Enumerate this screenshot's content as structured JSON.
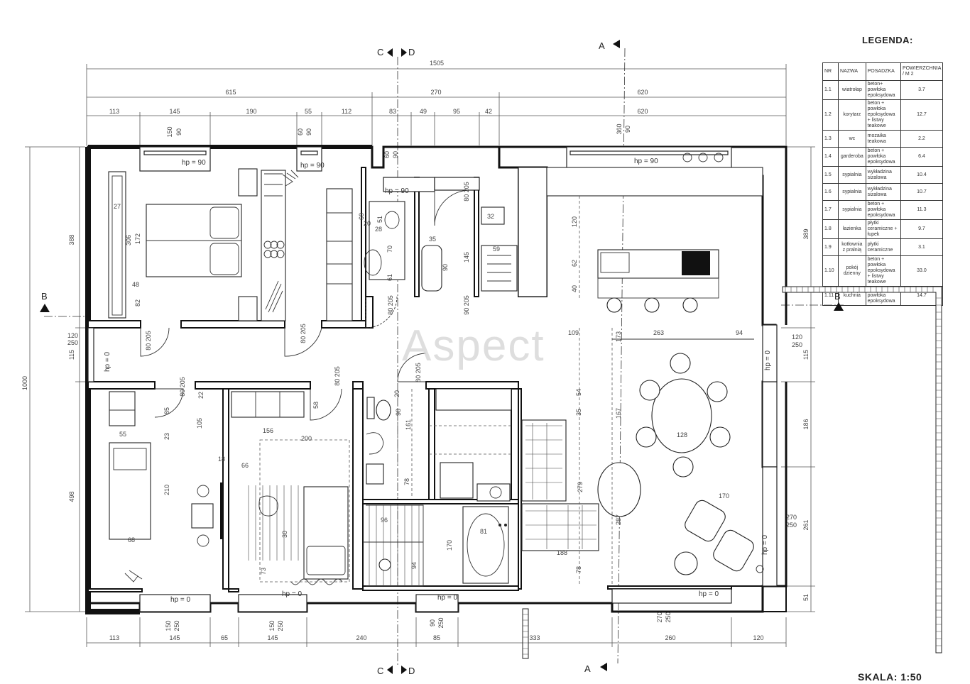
{
  "legend": {
    "title": "LEGENDA:",
    "headers": [
      "NR",
      "NAZWA",
      "POSADZKA",
      "POWIERZCHNIA / M 2"
    ],
    "rows": [
      {
        "nr": "1.1",
        "name": "wiatrołap",
        "floor": "beton+ powłoka epoksydowa",
        "area": "3.7"
      },
      {
        "nr": "1.2",
        "name": "korytarz",
        "floor": "beton + powłoka epoksydowa + listwy teakowe",
        "area": "12.7"
      },
      {
        "nr": "1.3",
        "name": "wc",
        "floor": "mozaika teakowa",
        "area": "2.2"
      },
      {
        "nr": "1.4",
        "name": "garderoba",
        "floor": "beton + powłoka epoksydowa",
        "area": "6.4"
      },
      {
        "nr": "1.5",
        "name": "sypialnia",
        "floor": "wykładzina sizalowa",
        "area": "10.4"
      },
      {
        "nr": "1.6",
        "name": "sypialnia",
        "floor": "wykładzina sizalowa",
        "area": "10.7"
      },
      {
        "nr": "1.7",
        "name": "sypialnia",
        "floor": "beton + powłoka epoksydowa",
        "area": "11.3"
      },
      {
        "nr": "1.8",
        "name": "łazienka",
        "floor": "płytki ceramiczne + łupek",
        "area": "9.7"
      },
      {
        "nr": "1.9",
        "name": "kotłownia z pralnią",
        "floor": "płytki ceramiczne",
        "area": "3.1"
      },
      {
        "nr": "1.10",
        "name": "pokój dzienny",
        "floor": "beton + powłoka epoksydowa + listwy teakowe",
        "area": "33.0"
      },
      {
        "nr": "1.11",
        "name": "kuchnia",
        "floor": "beton + powłoka epoksydowa",
        "area": "14.7"
      }
    ]
  },
  "scale": "SKALA: 1:50",
  "watermark": "Aspect",
  "sections": {
    "a": "A",
    "b": "B",
    "c": "C",
    "d": "D"
  },
  "dims": {
    "overall": "1505",
    "top2": [
      "615",
      "270",
      "620"
    ],
    "top3": [
      "113",
      "145",
      "190",
      "55",
      "112",
      "83",
      "49",
      "95",
      "42",
      "620"
    ],
    "bottom": [
      "113",
      "145",
      "65",
      "145",
      "240",
      "85",
      "333",
      "260",
      "120"
    ],
    "left_total": "1000",
    "left_top": "388",
    "left_mid": "115",
    "left_bottom": "498",
    "right_top": "389",
    "right_mid1": "115",
    "right_mid2": "186",
    "right_mid3": "261",
    "right_bottom": "51"
  },
  "windows": {
    "w1": {
      "h1": "150",
      "h2": "90",
      "hp": "hp = 90"
    },
    "w2": {
      "h1": "60",
      "h2": "90",
      "hp": "hp = 90"
    },
    "w3": {
      "h1": "60",
      "h2": "90",
      "hp": "hp = 90"
    },
    "w4": {
      "h1": "360",
      "h2": "90",
      "hp": "hp = 90"
    },
    "b1": {
      "h1": "150",
      "h2": "250",
      "hp": "hp = 0"
    },
    "b2": {
      "h1": "150",
      "h2": "250",
      "hp": "hp = 0"
    },
    "b3": {
      "h1": "90",
      "h2": "250",
      "hp": "hp = 0"
    },
    "b4": {
      "h1": "270",
      "h2": "250",
      "hp": "hp = 0"
    },
    "l1": {
      "h1": "120",
      "h2": "250",
      "hp": "hp = 0"
    },
    "r1": {
      "h1": "120",
      "h2": "250",
      "hp": "hp = 0"
    },
    "r2": {
      "h1": "270",
      "h2": "250",
      "hp": "hp = 0"
    }
  },
  "doors": [
    "80 205",
    "80 205",
    "80 205",
    "90 205",
    "80 205",
    "80 205",
    "80 205",
    "80 205"
  ],
  "interior_dims": [
    "27",
    "306",
    "172",
    "48",
    "82",
    "20",
    "28",
    "51",
    "69",
    "70",
    "61",
    "35",
    "145",
    "90",
    "32",
    "59",
    "120",
    "62",
    "40",
    "109",
    "263",
    "94",
    "173",
    "167",
    "128",
    "279",
    "287",
    "170",
    "54",
    "35",
    "188",
    "78",
    "55",
    "210",
    "68",
    "85",
    "23",
    "105",
    "22",
    "18",
    "156",
    "200",
    "66",
    "30",
    "58",
    "98",
    "20",
    "161",
    "78",
    "96",
    "81",
    "170",
    "94",
    "73"
  ]
}
